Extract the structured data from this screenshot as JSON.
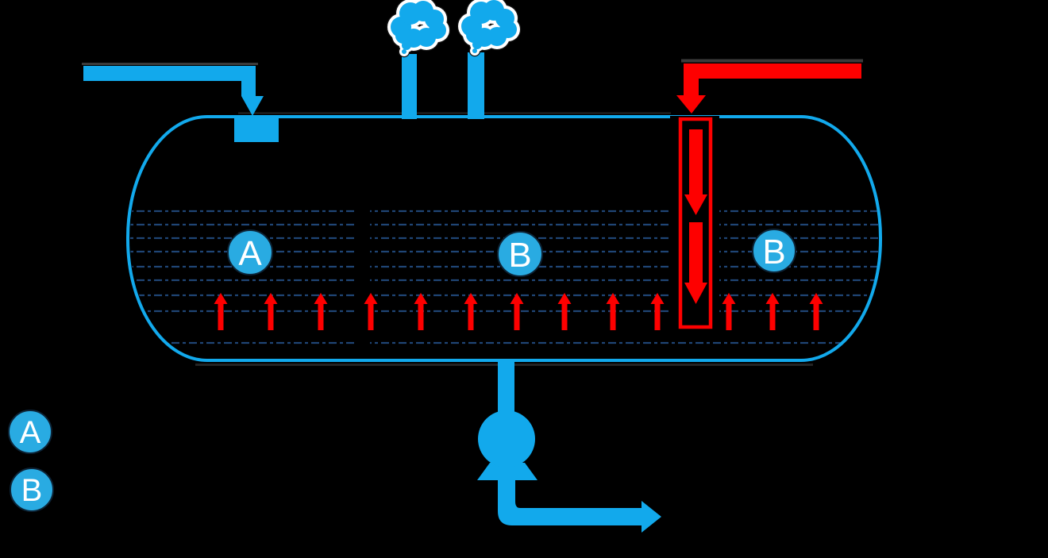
{
  "background_color": "#000000",
  "colors": {
    "pipe_blue": "#12a9ec",
    "marker_blue": "#29abe2",
    "steam_red": "#fe0000",
    "water_line_navy": "#1f4575",
    "cloud_outline_white": "#ffffff",
    "shadow_gray": "#3b3b3b",
    "letter_white": "#ffffff",
    "background": "#000000"
  },
  "tank_markers": [
    {
      "id": "zone-a",
      "label": "A"
    },
    {
      "id": "zone-b-left",
      "label": "B"
    },
    {
      "id": "zone-b-right",
      "label": "B"
    }
  ],
  "legend": {
    "items": [
      {
        "id": "legend-a",
        "label": "A"
      },
      {
        "id": "legend-b",
        "label": "B"
      }
    ]
  },
  "icons": {
    "steam_cloud": "puffy-cloud of overlapping circles with white outline",
    "water_inlet_arrow": "L-shaped filled blue arrow pointing down into tank",
    "steam_inlet_arrow": "L-shaped filled red arrow pointing down into downcomer",
    "downcomer_channel": "red outlined vertical rectangle with two large down arrows",
    "sparger_arrows": "row of small red up arrows",
    "pump": "blue circle on trapezoid base",
    "outlet_arrow": "blue elbow pipe ending in right-pointing arrow",
    "water_level": "dashed navy horizontal lines",
    "vent_stack": "vertical blue pipe stub"
  }
}
